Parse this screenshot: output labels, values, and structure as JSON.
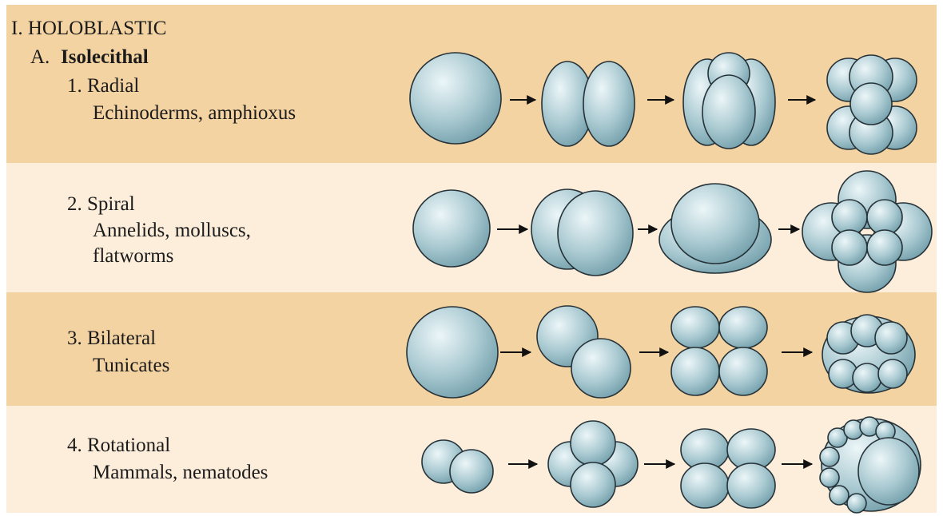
{
  "heading": {
    "level_1": "I.  HOLOBLASTIC",
    "level_2_prefix": "A.",
    "level_2_label": "Isolecithal"
  },
  "rows": [
    {
      "title": "1.  Radial",
      "examples": [
        "Echinoderms, amphioxus"
      ]
    },
    {
      "title": "2.  Spiral",
      "examples": [
        "Annelids, molluscs,",
        "flatworms"
      ]
    },
    {
      "title": "3.  Bilateral",
      "examples": [
        "Tunicates"
      ]
    },
    {
      "title": "4.  Rotational",
      "examples": [
        "Mammals, nematodes"
      ]
    }
  ],
  "colors": {
    "band_dark": "#f4d3a2",
    "band_light": "#fdeedb",
    "cell_fill_light": "#e6f2f5",
    "cell_fill_dark": "#6c9aa6",
    "cell_outline": "#263238",
    "arrow": "#111111"
  }
}
